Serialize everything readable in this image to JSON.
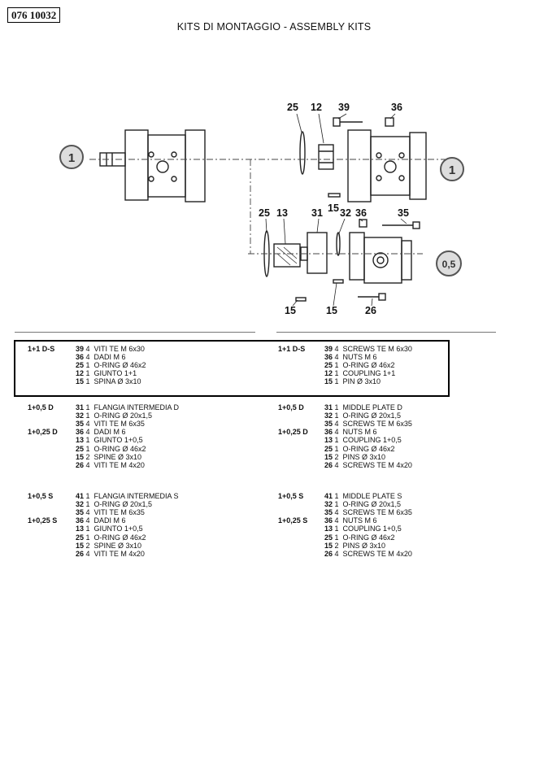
{
  "document": {
    "code": "076 10032",
    "title": "KITS DI MONTAGGIO - ASSEMBLY KITS"
  },
  "drawing": {
    "callouts_upper": [
      "25",
      "12",
      "39",
      "36"
    ],
    "callouts_mid": [
      "25",
      "13",
      "31",
      "15",
      "32",
      "36",
      "35"
    ],
    "callouts_lower": [
      "15",
      "15",
      "26"
    ],
    "marker_left": "1",
    "marker_right": "1",
    "marker_half": "0,5"
  },
  "kits_it": [
    {
      "labels": [
        "1+1 D-S"
      ],
      "rows": [
        {
          "ref": "39",
          "qty": "4",
          "desc": "VITI TE M 6x30"
        },
        {
          "ref": "36",
          "qty": "4",
          "desc": "DADI M 6"
        },
        {
          "ref": "25",
          "qty": "1",
          "desc": "O-RING Ø 46x2"
        },
        {
          "ref": "12",
          "qty": "1",
          "desc": "GIUNTO 1+1"
        },
        {
          "ref": "15",
          "qty": "1",
          "desc": "SPINA Ø 3x10"
        }
      ]
    },
    {
      "labels": [
        "1+0,5 D",
        "1+0,25 D"
      ],
      "rows": [
        {
          "ref": "31",
          "qty": "1",
          "desc": "FLANGIA INTERMEDIA D"
        },
        {
          "ref": "32",
          "qty": "1",
          "desc": "O-RING Ø 20x1,5"
        },
        {
          "ref": "35",
          "qty": "4",
          "desc": "VITI TE M 6x35"
        },
        {
          "ref": "36",
          "qty": "4",
          "desc": "DADI M 6"
        },
        {
          "ref": "13",
          "qty": "1",
          "desc": "GIUNTO 1+0,5"
        },
        {
          "ref": "25",
          "qty": "1",
          "desc": "O-RING Ø 46x2"
        },
        {
          "ref": "15",
          "qty": "2",
          "desc": "SPINE Ø 3x10"
        },
        {
          "ref": "26",
          "qty": "4",
          "desc": "VITI TE M 4x20"
        }
      ]
    },
    {
      "labels": [
        "1+0,5 S",
        "1+0,25 S"
      ],
      "rows": [
        {
          "ref": "41",
          "qty": "1",
          "desc": "FLANGIA INTERMEDIA S"
        },
        {
          "ref": "32",
          "qty": "1",
          "desc": "O-RING Ø 20x1,5"
        },
        {
          "ref": "35",
          "qty": "4",
          "desc": "VITI TE M 6x35"
        },
        {
          "ref": "36",
          "qty": "4",
          "desc": "DADI M 6"
        },
        {
          "ref": "13",
          "qty": "1",
          "desc": "GIUNTO 1+0,5"
        },
        {
          "ref": "25",
          "qty": "1",
          "desc": "O-RING Ø 46x2"
        },
        {
          "ref": "15",
          "qty": "2",
          "desc": "SPINE Ø 3x10"
        },
        {
          "ref": "26",
          "qty": "4",
          "desc": "VITI TE M 4x20"
        }
      ]
    }
  ],
  "kits_en": [
    {
      "labels": [
        "1+1 D-S"
      ],
      "rows": [
        {
          "ref": "39",
          "qty": "4",
          "desc": "SCREWS TE M 6x30"
        },
        {
          "ref": "36",
          "qty": "4",
          "desc": "NUTS M 6"
        },
        {
          "ref": "25",
          "qty": "1",
          "desc": "O-RING Ø 46x2"
        },
        {
          "ref": "12",
          "qty": "1",
          "desc": "COUPLING 1+1"
        },
        {
          "ref": "15",
          "qty": "1",
          "desc": "PIN Ø 3x10"
        }
      ]
    },
    {
      "labels": [
        "1+0,5 D",
        "1+0,25 D"
      ],
      "rows": [
        {
          "ref": "31",
          "qty": "1",
          "desc": "MIDDLE PLATE D"
        },
        {
          "ref": "32",
          "qty": "1",
          "desc": "O-RING Ø 20x1,5"
        },
        {
          "ref": "35",
          "qty": "4",
          "desc": "SCREWS TE M 6x35"
        },
        {
          "ref": "36",
          "qty": "4",
          "desc": "NUTS M 6"
        },
        {
          "ref": "13",
          "qty": "1",
          "desc": "COUPLING 1+0,5"
        },
        {
          "ref": "25",
          "qty": "1",
          "desc": "O-RING Ø 46x2"
        },
        {
          "ref": "15",
          "qty": "2",
          "desc": "PINS Ø 3x10"
        },
        {
          "ref": "26",
          "qty": "4",
          "desc": "SCREWS TE M 4x20"
        }
      ]
    },
    {
      "labels": [
        "1+0,5 S",
        "1+0,25 S"
      ],
      "rows": [
        {
          "ref": "41",
          "qty": "1",
          "desc": "MIDDLE PLATE S"
        },
        {
          "ref": "32",
          "qty": "1",
          "desc": "O-RING Ø 20x1,5"
        },
        {
          "ref": "35",
          "qty": "4",
          "desc": "SCREWS TE M 6x35"
        },
        {
          "ref": "36",
          "qty": "4",
          "desc": "NUTS M 6"
        },
        {
          "ref": "13",
          "qty": "1",
          "desc": "COUPLING 1+0,5"
        },
        {
          "ref": "25",
          "qty": "1",
          "desc": "O-RING Ø 46x2"
        },
        {
          "ref": "15",
          "qty": "2",
          "desc": "PINS Ø 3x10"
        },
        {
          "ref": "26",
          "qty": "4",
          "desc": "SCREWS TE M 4x20"
        }
      ]
    }
  ]
}
